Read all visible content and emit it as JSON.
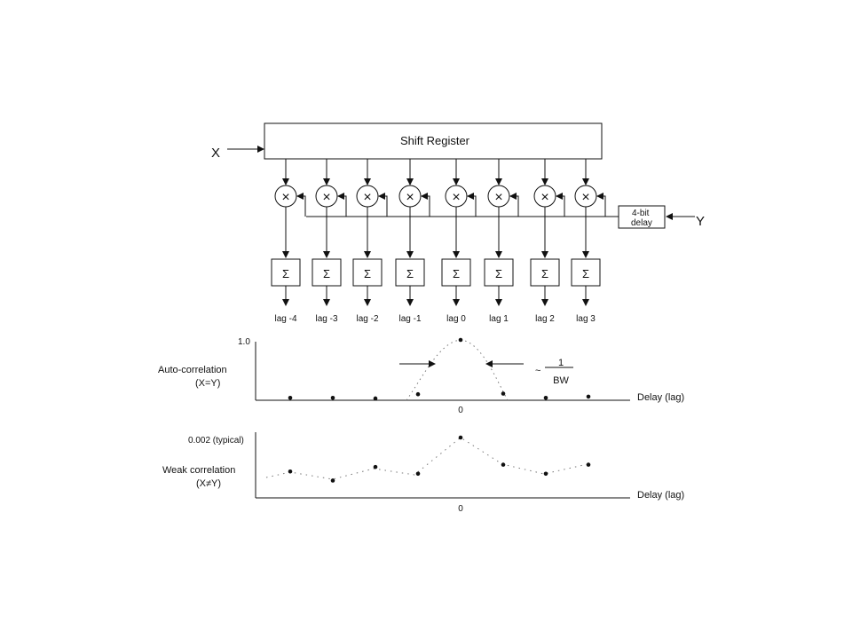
{
  "diagram": {
    "shift_register_label": "Shift Register",
    "input_x_label": "X",
    "input_y_label": "Y",
    "delay_box_label_line1": "4-bit",
    "delay_box_label_line2": "delay",
    "multiplier_symbol": "×",
    "accumulator_symbol": "Σ",
    "lags": [
      "lag -4",
      "lag -3",
      "lag -2",
      "lag -1",
      "lag 0",
      "lag 1",
      "lag 2",
      "lag 3"
    ]
  },
  "chart_data": [
    {
      "type": "scatter",
      "y_value_label": "1.0",
      "ylabel_line1": "Auto-correlation",
      "ylabel_line2": "(X=Y)",
      "xlabel": "Delay (lag)",
      "x_tick": "0",
      "width_annotation_prefix": "~",
      "width_annotation_numerator": "1",
      "width_annotation_denominator": "BW",
      "x": [
        -4,
        -3,
        -2,
        -1,
        0,
        1,
        2,
        3
      ],
      "values": [
        0.04,
        0.04,
        0.03,
        0.1,
        1.0,
        0.11,
        0.04,
        0.06
      ]
    },
    {
      "type": "scatter",
      "y_value_label": "0.002 (typical)",
      "ylabel_line1": "Weak correlation",
      "ylabel_line2": "(X≠Y)",
      "xlabel": "Delay (lag)",
      "x_tick": "0",
      "x": [
        -4,
        -3,
        -2,
        -1,
        0,
        1,
        2,
        3
      ],
      "values": [
        0.0005,
        0.0001,
        0.0007,
        0.0004,
        0.002,
        0.0008,
        0.0004,
        0.0008
      ]
    }
  ]
}
